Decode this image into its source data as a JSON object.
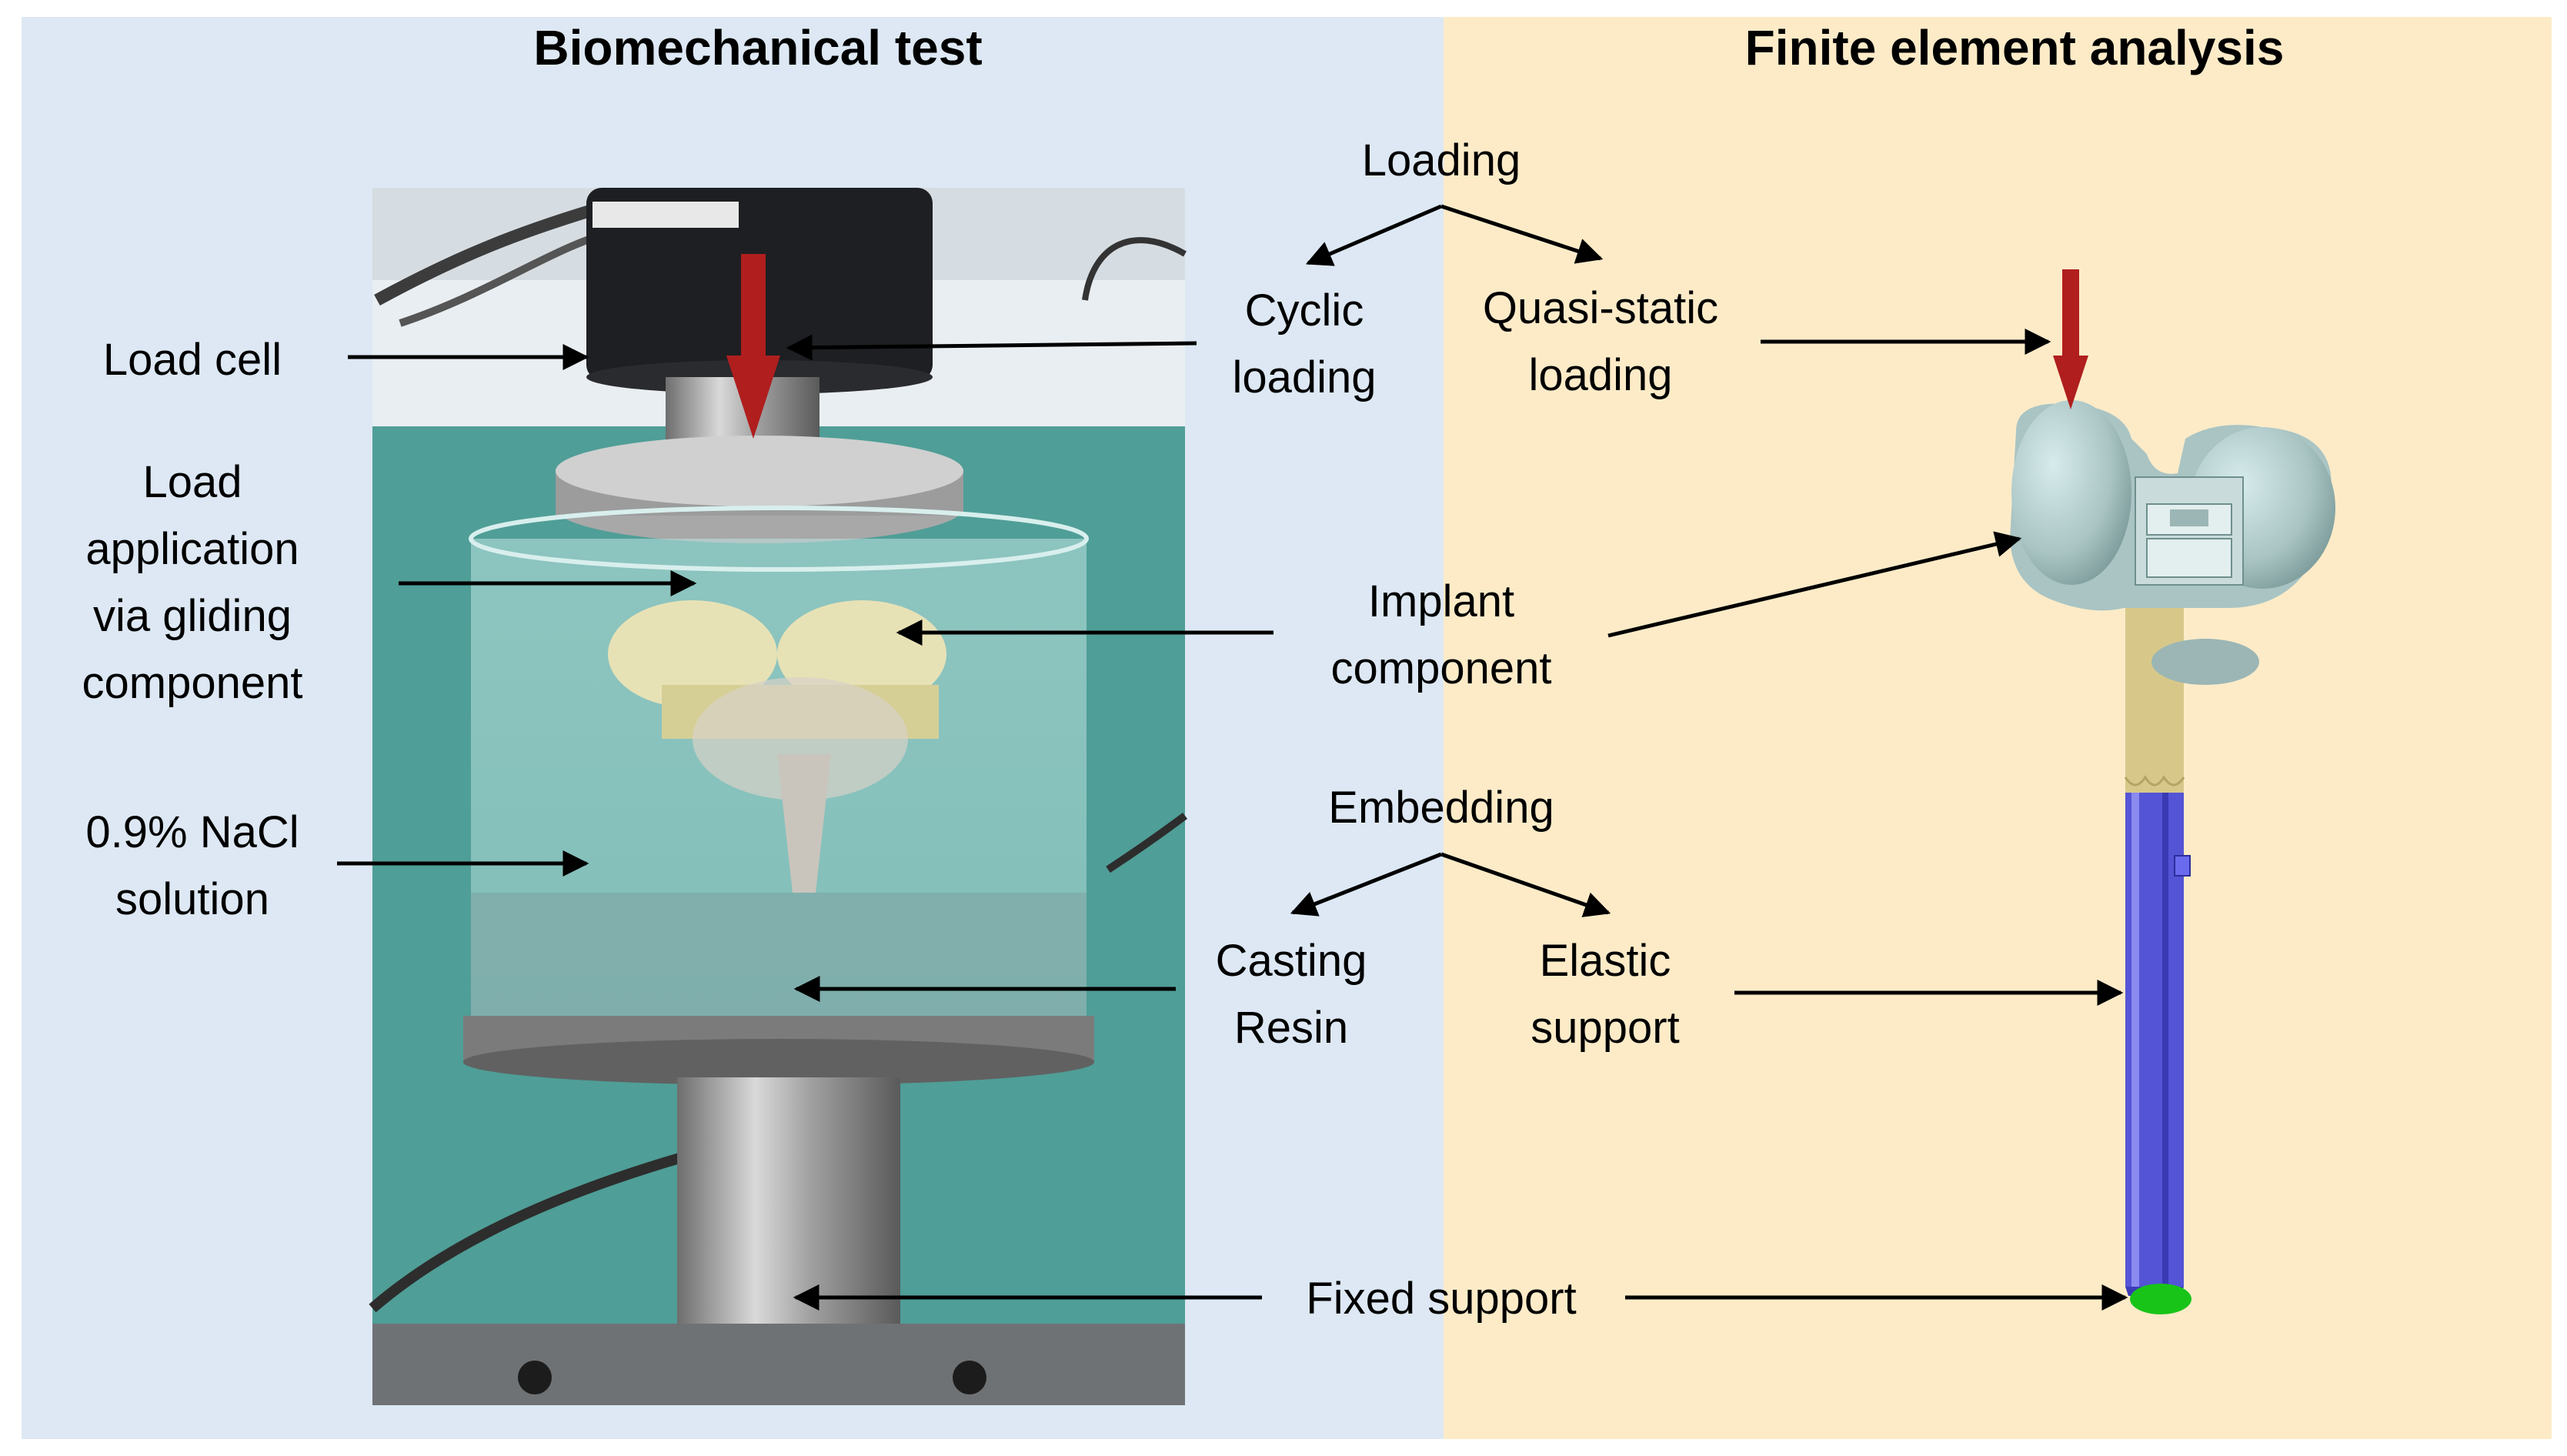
{
  "titles": {
    "left": "Biomechanical test",
    "right": "Finite element analysis"
  },
  "labels": {
    "load_cell": "Load cell",
    "load_application": [
      "Load",
      "application",
      "via gliding",
      "component"
    ],
    "nacl": [
      "0.9% NaCl",
      "solution"
    ],
    "loading": "Loading",
    "cyclic": [
      "Cyclic",
      "loading"
    ],
    "quasi_static": [
      "Quasi-static",
      "loading"
    ],
    "implant": [
      "Implant",
      "component"
    ],
    "embedding": "Embedding",
    "casting": [
      "Casting",
      "Resin"
    ],
    "elastic": [
      "Elastic",
      "support"
    ],
    "fixed": "Fixed support"
  },
  "colors": {
    "left_panel": "#dde8f4",
    "right_panel": "#fdebc8",
    "load_arrow": "#b01e1e",
    "implant_fe": "#a9c4c3",
    "stem_cone": "#d7c88a",
    "stem_body": "#5454d6",
    "fixed_support": "#19c419",
    "photo_backdrop": "#4f9e97"
  }
}
